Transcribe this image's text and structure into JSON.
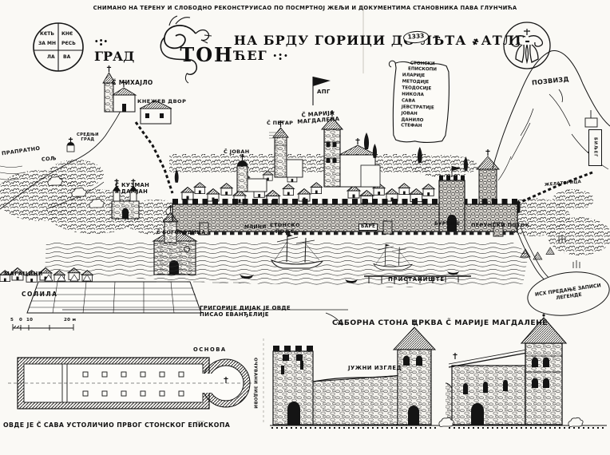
{
  "page": {
    "paper_color": "#faf9f5",
    "ink_color": "#141414"
  },
  "header": {
    "annotation": "СНИМАНО НА ТЕРЕНУ И СЛОБОДНО РЕКОНСТРУИСАО ПО ПОСМРТНОЈ ЖЕЉИ И ДОКУМЕНТИМА СТАНОВНИКА ПАВА ГЛУНЧИЋА",
    "title_prefix": "·:· ГРАД",
    "title_big": "ТОН",
    "title_rest": "НА БРДУ ГОРИЦИ ДО ЛѢТА ҂АТЛГ-ЋЕГ ·:·",
    "title_year": "1333",
    "seal_left": {
      "q1": "КЄТЬ",
      "q2": "КНЄ",
      "q3": "ЗА МН",
      "q4": "РЄСЬ",
      "q5": "ЛА",
      "q6": "ВА"
    }
  },
  "bishops": {
    "title_line1": "СТОНСКИ",
    "title_line2": "ЕПИСКОПИ",
    "names": [
      "ИЛАРИЈЕ",
      "МЕТОДИЈЕ",
      "ТЕОДОСИЈЕ",
      "НИКОЛА",
      "САВА",
      "ЈЕВСТРАТИЈЕ",
      "ЈОВАН",
      "ДАНИЛО",
      "СТЕФАН"
    ]
  },
  "labels": {
    "pozvizd": "ПОЗВИЗД",
    "st_mihajlo": "С̃ МИХАЈЛО",
    "knezev_dvor": "КНЕЖЕВ ДВОР",
    "prapratno": "ПРАПРАТНО",
    "sol": "СОЉ",
    "srednji_grad": "СРЕДЊИ\nГРАД",
    "kuzman_damjan": "С̃ КУЗМАН\nи ДАМЈАН",
    "st_jovan": "С̃ ЈОВАН",
    "st_petar": "С̃ ПЕТАР",
    "st_marija": "С̃ МАРИЈА\nМАГДАЛЕНА",
    "flag": "АПГ",
    "st_bogorodica": "С̃ БОГОРОДИЦА",
    "mlini": "МЛИНИ",
    "stonsko_polje": "СТОНСКО\nПОЉЕ",
    "bare": "БАРЕ",
    "burdije": "БУРЂИЈЕ",
    "perunski_potok": "ПЕРУНСКИ ПОТОК",
    "zelaterica": "ЖЕЛАТЕРИЦА",
    "biljeg": "БИЉЕГ",
    "magacini": "МАГАЦИНИ",
    "solila": "СОЛИЛА",
    "pristaniste": "ПРИСТАНИШТЕ",
    "grigorije_note": "ГРИГОРИЈЕ ДИЈАК ЈЕ ОВДЕ\nПИСАО ЕВАНЂЕЛИЈЕ",
    "tradition_note": "ИСХ ПРЕДАЊЕ\nЗАПИСИ\nЛЕГЕНДЕ",
    "saborna": "САБОРНА СТОНА ЦРКВА С̃ МАРИЈЕ МАГДАЛЕНЕ",
    "osnova": "ОСНОВА",
    "juzni_izgled": "ЈУЖНИ ИЗГЛЕД",
    "ocuvani": "ОЧУВАНИ ЗИДОВИ",
    "sava_note": "ОВДЕ ЈЕ С̃ САВА УСТОЛИЧИО ПРВОГ СТОНСКОГ ЕПИСКОПА"
  },
  "scale_bar": {
    "t1": "5",
    "t2": "0",
    "t3": "10",
    "t4": "20 м"
  }
}
